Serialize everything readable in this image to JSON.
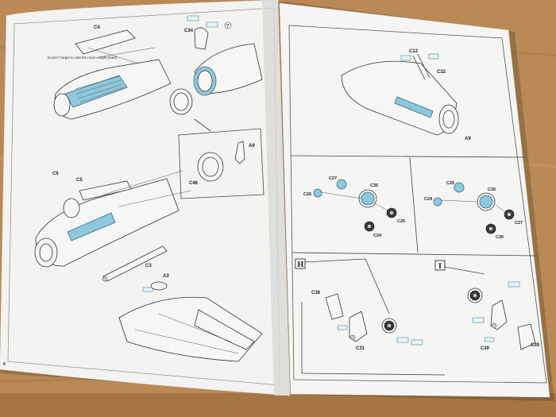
{
  "colors": {
    "table_wood": "#b98a55",
    "paper": "#f4f4f4",
    "paint_blue": "#8fc7dc",
    "ink": "#222222"
  },
  "left_page": {
    "labels": {
      "c4": "C4",
      "c34": "C34",
      "note_top": "Doesn't forget to add the nose weight (lead)",
      "a9": "A9",
      "c46": "C46",
      "c6": "C6",
      "c5": "C5",
      "c3": "C3",
      "a3": "A3",
      "page_ref": "8"
    }
  },
  "right_page": {
    "labels": {
      "c12": "C12",
      "c32": "C32",
      "a9": "A9",
      "g_left": {
        "c27": "C27",
        "c26": "C26",
        "c35": "C35",
        "c25": "C25",
        "c24": "C24"
      },
      "g_right": {
        "c25": "C25",
        "c24": "C24",
        "c35": "C35",
        "c27": "C27",
        "c26": "C26"
      },
      "panel_h": "H",
      "panel_i": "I",
      "c38": "C38",
      "c31": "C31",
      "c30": "C30",
      "c39": "C39"
    }
  }
}
